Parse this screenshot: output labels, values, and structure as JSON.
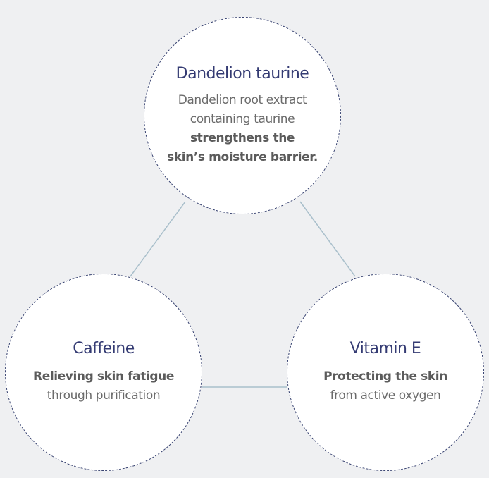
{
  "nodes": {
    "top": {
      "title": "Dandelion taurine",
      "line1": "Dandelion root extract",
      "line2": "containing taurine",
      "line3": "strengthens the",
      "line4": "skin’s moisture barrier."
    },
    "left": {
      "title": "Caffeine",
      "line1": "Relieving skin fatigue",
      "line2": "through purification"
    },
    "right": {
      "title": "Vitamin E",
      "line1": "Protecting the skin",
      "line2": "from active oxygen"
    }
  },
  "colors": {
    "background": "#eff0f2",
    "title": "#343b73",
    "text": "#6b6b6b",
    "connector": "#a9bfcb",
    "circle_border": "#35406f"
  }
}
